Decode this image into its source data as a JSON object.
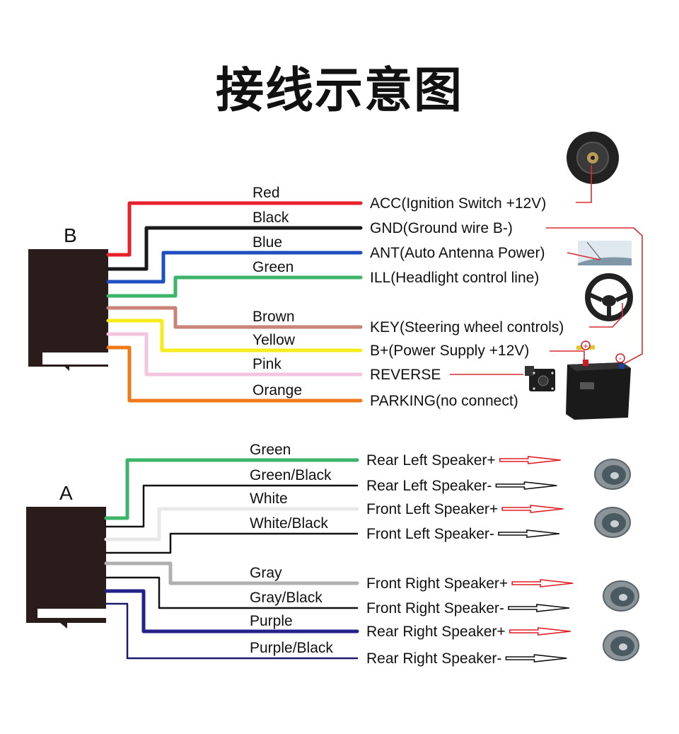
{
  "title": "接线示意图",
  "connectors": [
    {
      "id": "B",
      "label": "B",
      "wires": [
        {
          "color_name": "Red",
          "hex": "#e8202a",
          "function": "ACC(Ignition Switch +12V)",
          "device": "ignition-switch"
        },
        {
          "color_name": "Black",
          "hex": "#1a1a1a",
          "function": "GND(Ground wire B-)",
          "device": "battery-negative"
        },
        {
          "color_name": "Blue",
          "hex": "#1f4fbf",
          "function": "ANT(Auto Antenna Power)",
          "device": "antenna"
        },
        {
          "color_name": "Green",
          "hex": "#3cb56a",
          "function": "ILL(Headlight control line)",
          "device": ""
        },
        {
          "color_name": "Brown",
          "hex": "#c98478",
          "function": "KEY(Steering wheel controls)",
          "device": "steering-wheel"
        },
        {
          "color_name": "Yellow",
          "hex": "#f5ec1a",
          "function": "B+(Power Supply +12V)",
          "device": "battery-positive"
        },
        {
          "color_name": "Pink",
          "hex": "#f2c4e0",
          "function": "REVERSE",
          "device": "reverse-camera"
        },
        {
          "color_name": "Orange",
          "hex": "#f07a1a",
          "function": "PARKING(no connect)",
          "device": ""
        }
      ]
    },
    {
      "id": "A",
      "label": "A",
      "wires": [
        {
          "color_name": "Green",
          "hex": "#3cb56a",
          "function": "Rear Left Speaker+",
          "polarity": "+"
        },
        {
          "color_name": "Green/Black",
          "hex": "#111111",
          "function": "Rear Left Speaker-",
          "polarity": "-"
        },
        {
          "color_name": "White",
          "hex": "#e8e8e8",
          "function": "Front Left Speaker+",
          "polarity": "+"
        },
        {
          "color_name": "White/Black",
          "hex": "#111111",
          "function": "Front Left Speaker-",
          "polarity": "-"
        },
        {
          "color_name": "Gray",
          "hex": "#b0b0b0",
          "function": "Front Right Speaker+",
          "polarity": "+"
        },
        {
          "color_name": "Gray/Black",
          "hex": "#111111",
          "function": "Front Right Speaker-",
          "polarity": "-"
        },
        {
          "color_name": "Purple",
          "hex": "#26208a",
          "function": "Rear Right Speaker+",
          "polarity": "+"
        },
        {
          "color_name": "Purple/Black",
          "hex": "#1c1a6a",
          "function": "Rear Right Speaker-",
          "polarity": "-"
        }
      ]
    }
  ],
  "battery": {
    "plus": "+",
    "minus": "-"
  },
  "colors": {
    "connector_body": "#2a1c1a",
    "leader_line": "#d82c34",
    "positive_arrow": "#e01c24",
    "negative_arrow": "#111111"
  }
}
